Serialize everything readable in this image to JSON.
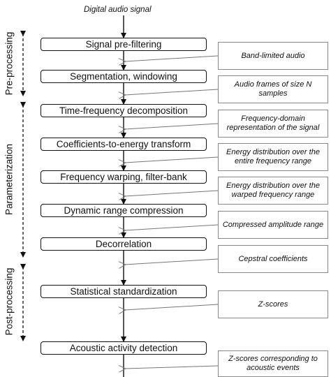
{
  "input_label": "Digital audio signal",
  "phases": {
    "pre": "Pre-processing",
    "param": "Parameterization",
    "post": "Post-processing"
  },
  "steps": [
    "Signal pre-filtering",
    "Segmentation, windowing",
    "Time-frequency decomposition",
    "Coefficients-to-energy transform",
    "Frequency warping, filter-bank",
    "Dynamic range compression",
    "Decorrelation",
    "Statistical standardization",
    "Acoustic activity detection"
  ],
  "notes": [
    "Band-limited audio",
    "Audio frames of size N samples",
    "Frequency-domain representation of the signal",
    "Energy distribution over the entire frequency range",
    "Energy distribution over the warped frequency range",
    "Compressed amplitude range",
    "Cepstral coefficients",
    "Z-scores",
    "Z-scores corresponding to acoustic events"
  ]
}
